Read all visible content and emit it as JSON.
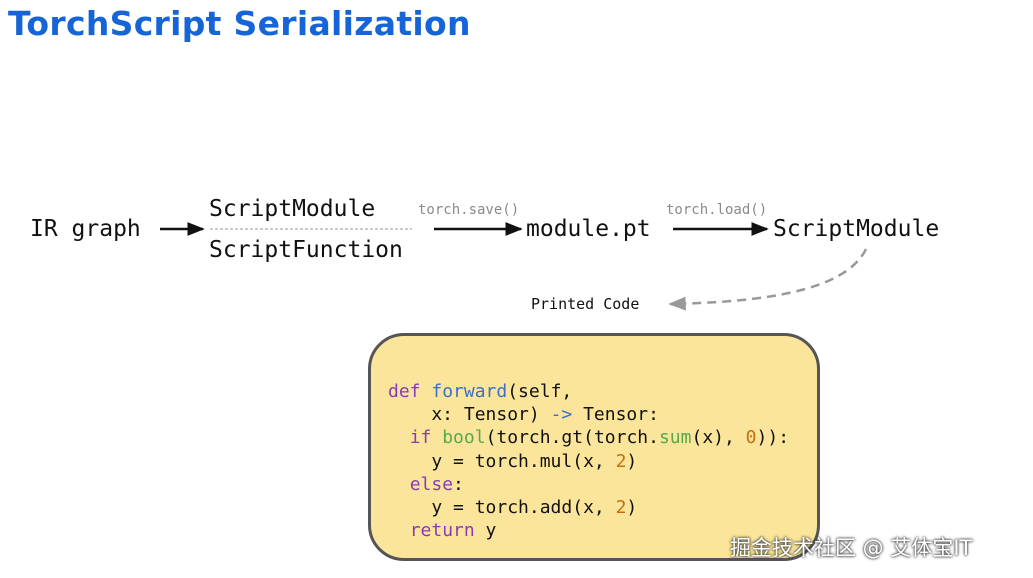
{
  "title": "TorchScript Serialization",
  "colors": {
    "title": "#1565d8",
    "code_bg": "#fbe59a",
    "code_border": "#555555"
  },
  "nodes": {
    "ir_graph": "IR graph",
    "script_module_top": "ScriptModule",
    "script_function": "ScriptFunction",
    "module_pt": "module.pt",
    "script_module_out": "ScriptModule",
    "printed_code": "Printed Code"
  },
  "edge_labels": {
    "save": "torch.save()",
    "load": "torch.load()"
  },
  "code": {
    "l1": [
      "def",
      " ",
      "forward",
      "(self,"
    ],
    "l2": [
      "    x: Tensor) ",
      "->",
      " Tensor:"
    ],
    "l3": [
      "  ",
      "if",
      " ",
      "bool",
      "(torch.gt(torch.",
      "sum",
      "(x), ",
      "0",
      ")):"
    ],
    "l4": [
      "    y = torch.mul(x, ",
      "2",
      ")"
    ],
    "l5": [
      "  ",
      "else",
      ":"
    ],
    "l6": [
      "    y = torch.add(x, ",
      "2",
      ")"
    ],
    "l7": [
      "  ",
      "return",
      " y"
    ]
  },
  "watermark": "掘金技术社区 @ 艾体宝IT"
}
